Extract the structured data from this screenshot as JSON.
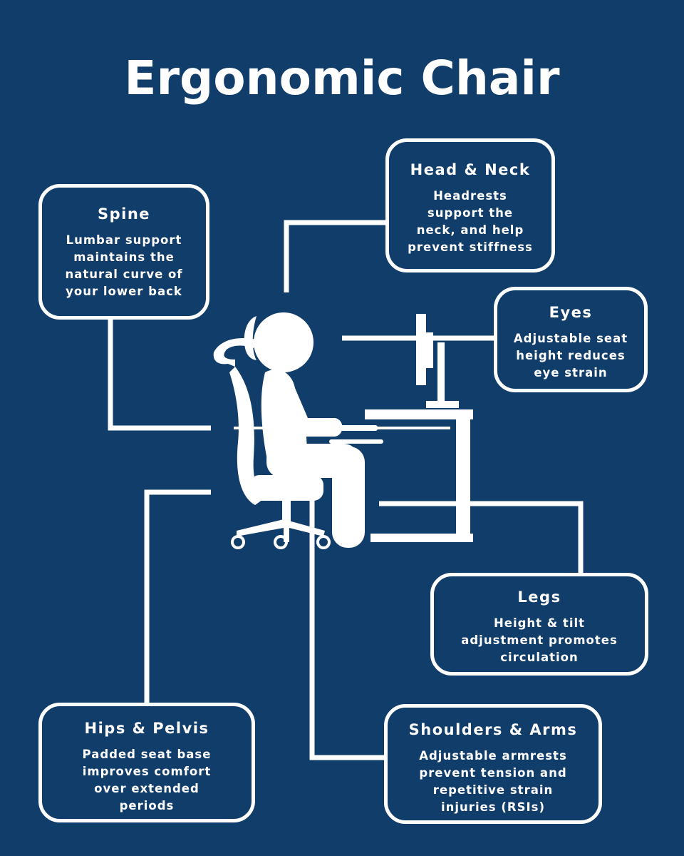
{
  "title": "Ergonomic Chair",
  "colors": {
    "background": "#113d6b",
    "foreground": "#ffffff"
  },
  "illustration": {
    "icon": "ergonomic-chair-person-desk-monitor-icon"
  },
  "callouts": [
    {
      "id": "head-neck",
      "heading": "Head & Neck",
      "body": "Headrests\nsupport the\nneck, and help\nprevent stiffness"
    },
    {
      "id": "spine",
      "heading": "Spine",
      "body": "Lumbar support\nmaintains the\nnatural curve of\nyour lower back"
    },
    {
      "id": "eyes",
      "heading": "Eyes",
      "body": "Adjustable seat\nheight reduces\neye strain"
    },
    {
      "id": "legs",
      "heading": "Legs",
      "body": "Height & tilt\nadjustment promotes\ncirculation"
    },
    {
      "id": "hips-pelvis",
      "heading": "Hips & Pelvis",
      "body": "Padded seat base\nimproves comfort\nover extended\nperiods"
    },
    {
      "id": "shoulders-arms",
      "heading": "Shoulders & Arms",
      "body": "Adjustable armrests\nprevent tension and\nrepetitive strain\ninjuries (RSIs)"
    }
  ]
}
